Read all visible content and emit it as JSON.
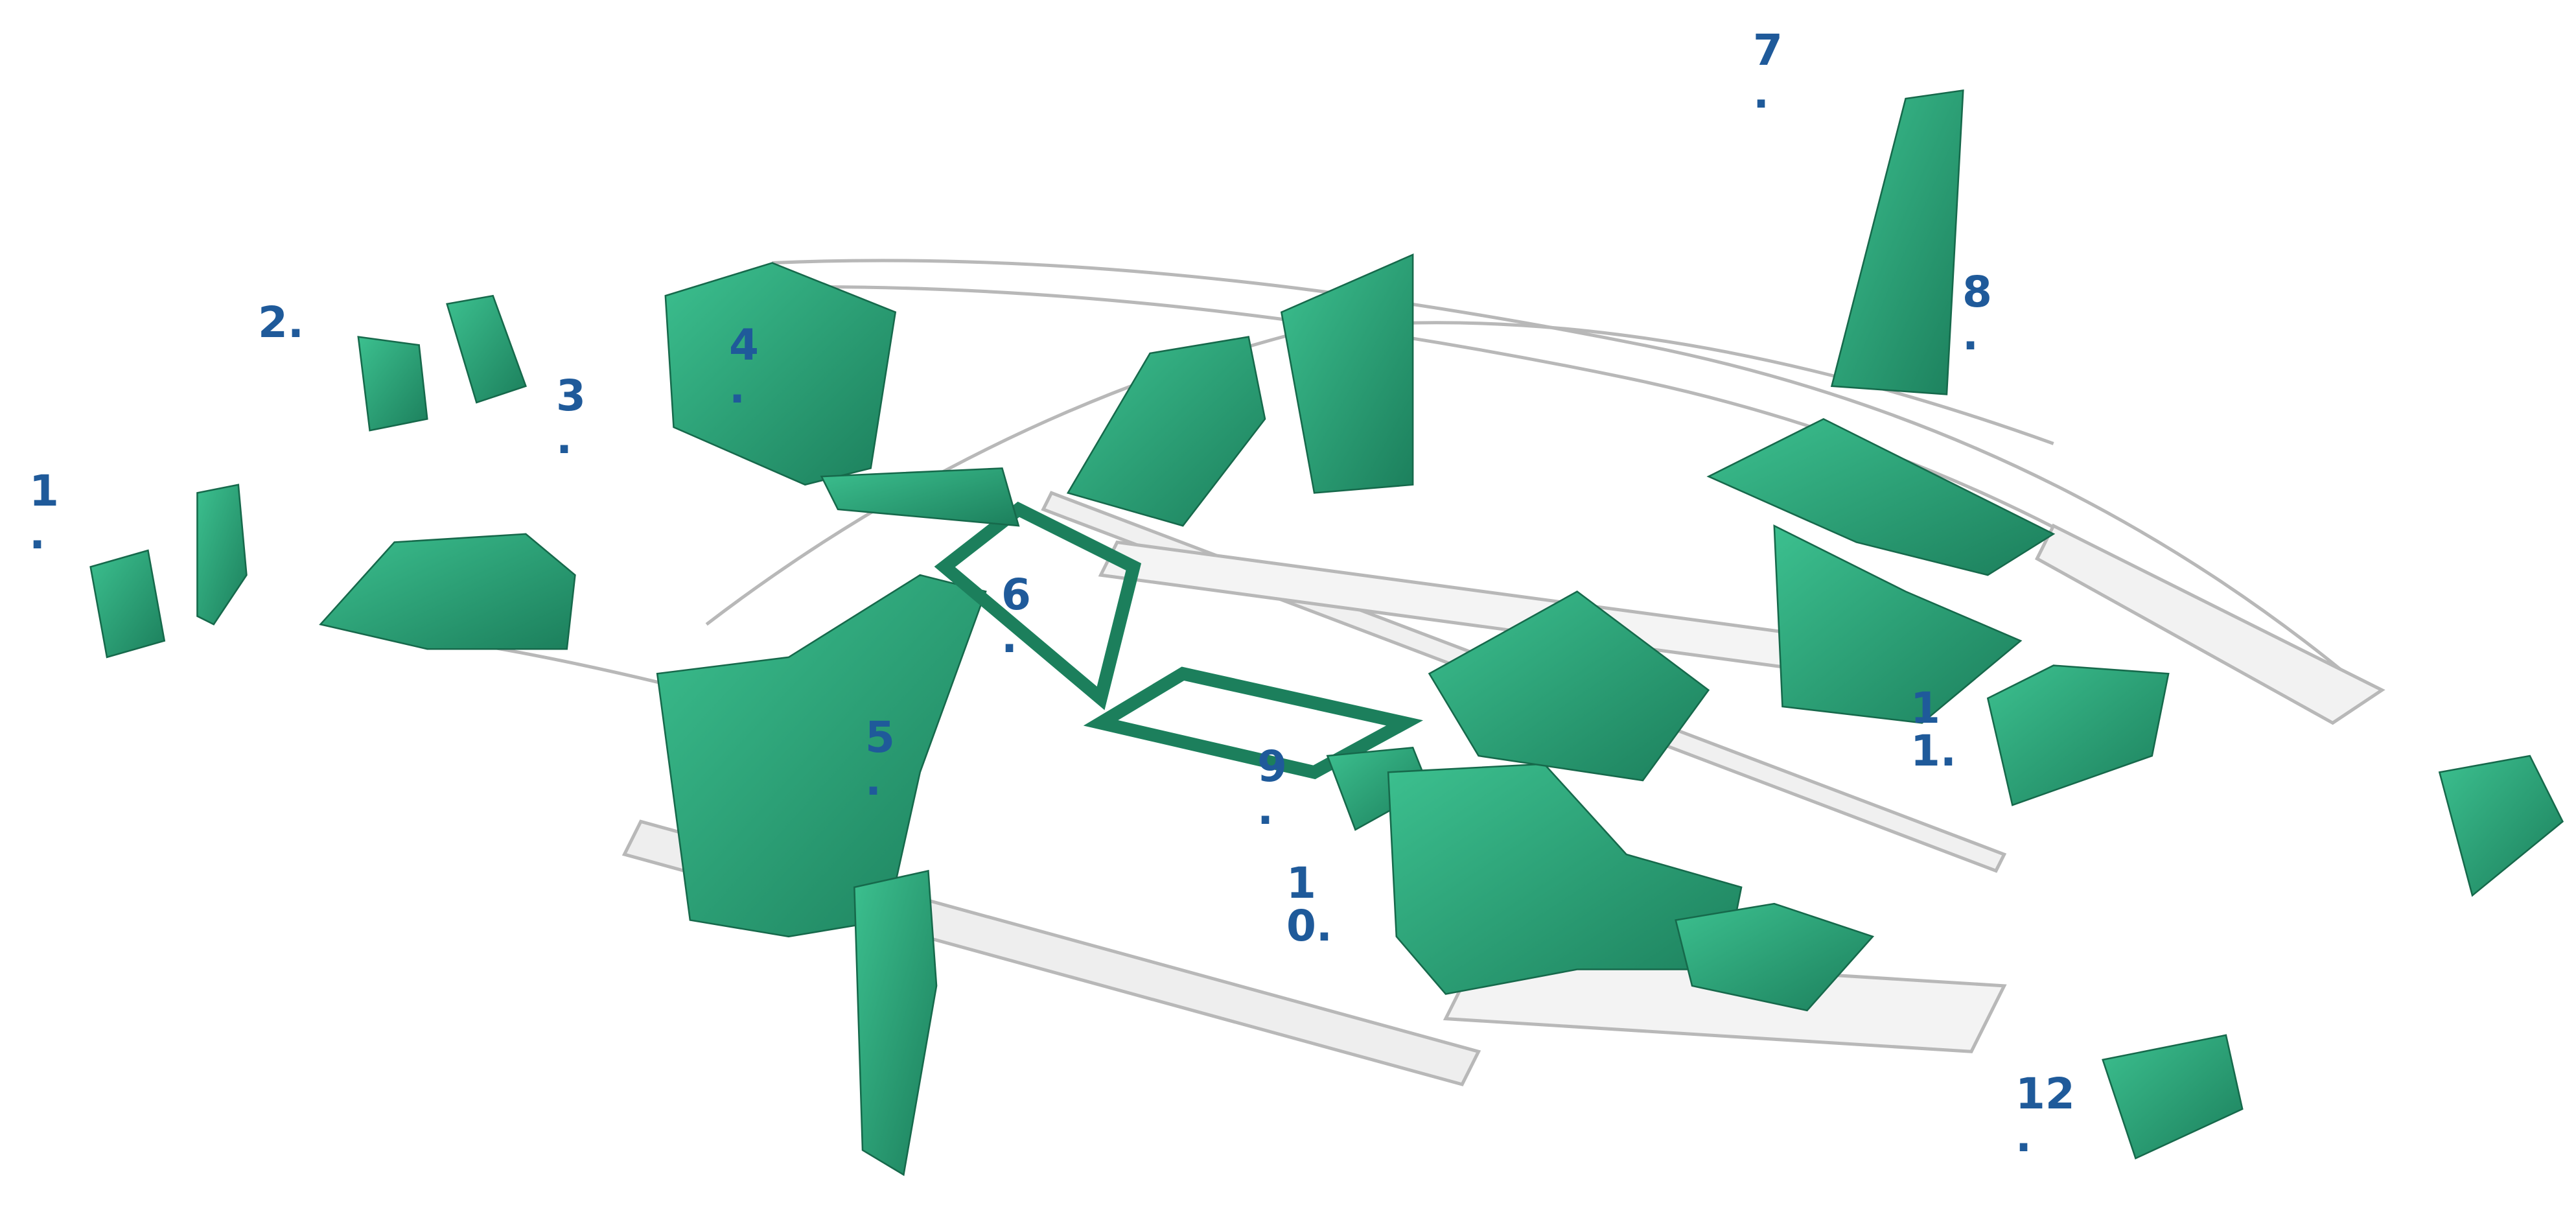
{
  "diagram": {
    "type": "exploded-view",
    "subject": "vehicle body-in-white structure with highlighted reinforcement parts",
    "colors": {
      "highlight_part": "#2aa37a",
      "highlight_part_dark": "#1c7f5c",
      "wireframe": "#b8b8b8",
      "label": "#1f5a9a",
      "background": "#ffffff"
    },
    "labels": [
      {
        "id": "1",
        "line1": "1",
        "line2": "."
      },
      {
        "id": "2",
        "line1": "2.",
        "line2": ""
      },
      {
        "id": "3",
        "line1": "3",
        "line2": "."
      },
      {
        "id": "4",
        "line1": "4",
        "line2": "."
      },
      {
        "id": "5",
        "line1": "5",
        "line2": "."
      },
      {
        "id": "6",
        "line1": "6",
        "line2": "."
      },
      {
        "id": "7",
        "line1": "7",
        "line2": "."
      },
      {
        "id": "8",
        "line1": "8",
        "line2": "."
      },
      {
        "id": "9",
        "line1": "9",
        "line2": "."
      },
      {
        "id": "10",
        "line1": "1",
        "line2": "0."
      },
      {
        "id": "11",
        "line1": "1",
        "line2": "1."
      },
      {
        "id": "12",
        "line1": "12",
        "line2": "."
      }
    ]
  }
}
